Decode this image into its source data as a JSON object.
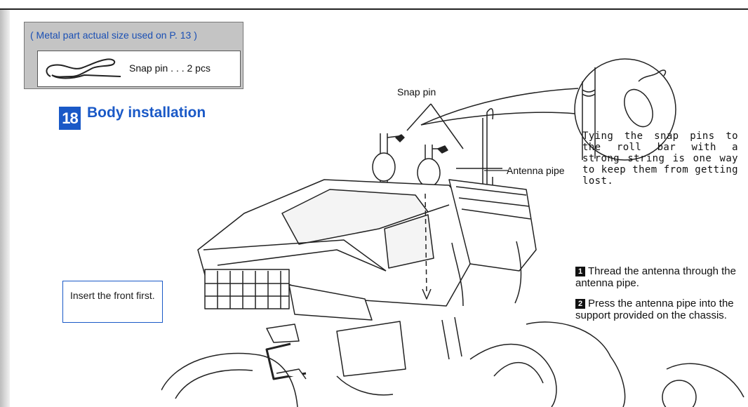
{
  "parts_box": {
    "title": "( Metal part actual size used on P. 13 )",
    "item_label": "Snap pin . . . 2 pcs"
  },
  "step": {
    "number": "18",
    "title": "Body installation"
  },
  "callouts": {
    "snap_pin": "Snap pin",
    "antenna_pipe": "Antenna pipe"
  },
  "tip": "Tying the snap pins to the roll bar with a strong string is one way to keep them from getting lost.",
  "insert_note": "Insert the front first.",
  "instructions": [
    {
      "num": "1",
      "text": "Thread the antenna through the antenna pipe."
    },
    {
      "num": "2",
      "text": "Press the antenna pipe into the support provided on the chassis."
    }
  ],
  "colors": {
    "accent": "#1a59c7",
    "parts_bg": "#c4c4c4"
  }
}
